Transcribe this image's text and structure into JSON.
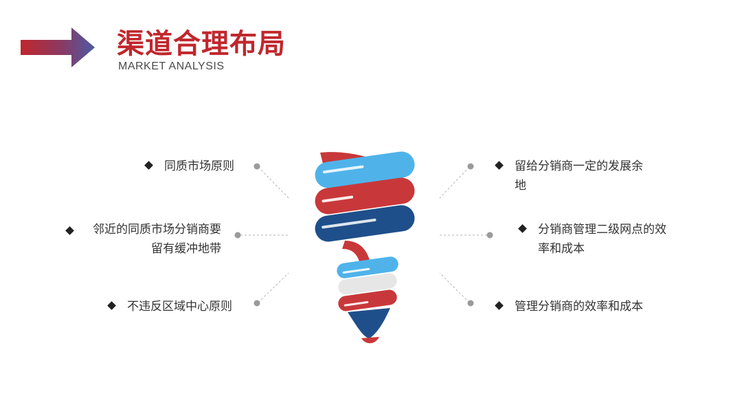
{
  "header": {
    "title": "渠道合理布局",
    "subtitle": "MARKET ANALYSIS"
  },
  "left_items": [
    {
      "text": "同质市场原则"
    },
    {
      "line1": "邻近的同质市场分销商要",
      "line2": "留有缓冲地带"
    },
    {
      "text": "不违反区域中心原则"
    }
  ],
  "right_items": [
    {
      "line1": "留给分销商一定的发展余",
      "line2": "地"
    },
    {
      "line1": "分销商管理二级网点的效",
      "line2": "率和成本"
    },
    {
      "text": "管理分销商的效率和成本"
    }
  ],
  "colors": {
    "red": "#c8383a",
    "light_blue": "#4fb3ea",
    "dark_blue": "#1f4f8a",
    "gray": "#e6e6e6",
    "title_red": "#c0272d",
    "connector_gray": "#b3b3b3",
    "dot_gray": "#9a9a9a"
  },
  "icons": {
    "header_arrow": "arrow-right-icon",
    "bullet": "diamond-bullet-icon",
    "center_graphic": "spiral-lightbulb-icon"
  }
}
